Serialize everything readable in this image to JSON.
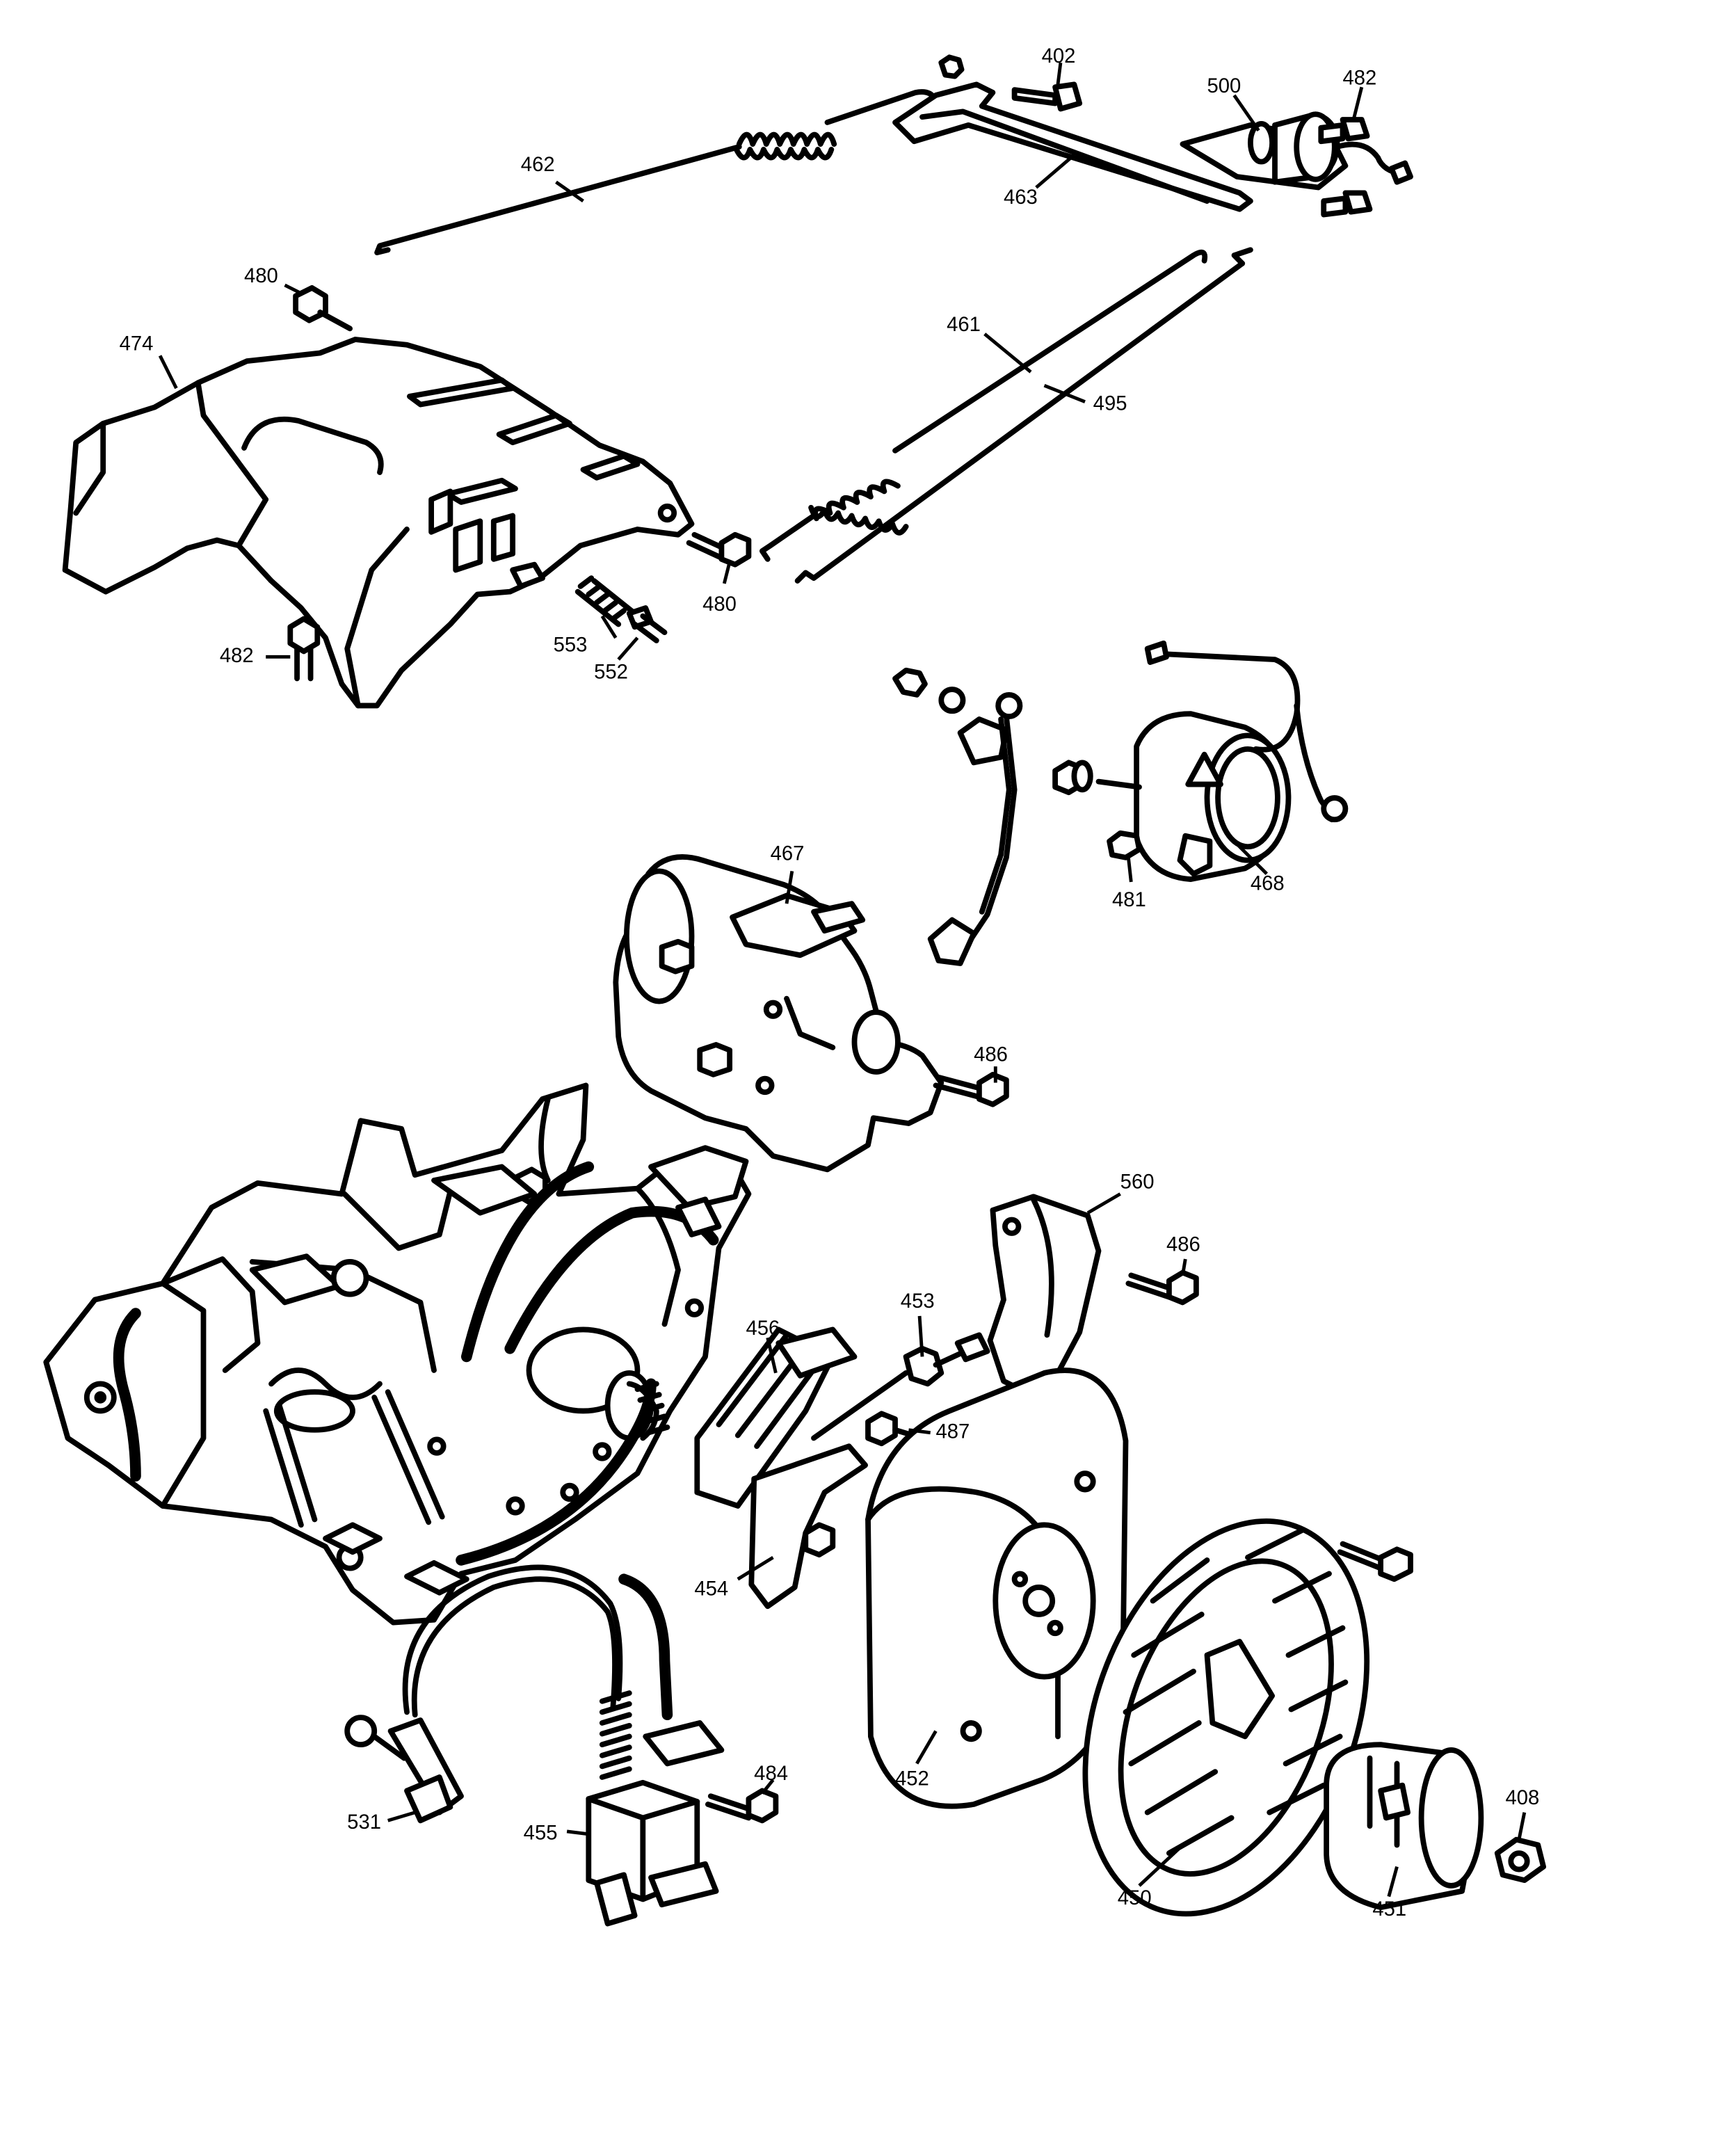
{
  "diagram": {
    "callouts": [
      {
        "id": "c402",
        "label": "402"
      },
      {
        "id": "c500",
        "label": "500"
      },
      {
        "id": "c482a",
        "label": "482"
      },
      {
        "id": "c462",
        "label": "462"
      },
      {
        "id": "c463",
        "label": "463"
      },
      {
        "id": "c480a",
        "label": "480"
      },
      {
        "id": "c474",
        "label": "474"
      },
      {
        "id": "c461",
        "label": "461"
      },
      {
        "id": "c495",
        "label": "495"
      },
      {
        "id": "c480b",
        "label": "480"
      },
      {
        "id": "c553",
        "label": "553"
      },
      {
        "id": "c552",
        "label": "552"
      },
      {
        "id": "c482b",
        "label": "482"
      },
      {
        "id": "c467",
        "label": "467"
      },
      {
        "id": "c481",
        "label": "481"
      },
      {
        "id": "c468",
        "label": "468"
      },
      {
        "id": "c486a",
        "label": "486"
      },
      {
        "id": "c560",
        "label": "560"
      },
      {
        "id": "c486b",
        "label": "486"
      },
      {
        "id": "c453",
        "label": "453"
      },
      {
        "id": "c456",
        "label": "456"
      },
      {
        "id": "c487",
        "label": "487"
      },
      {
        "id": "c454",
        "label": "454"
      },
      {
        "id": "c452",
        "label": "452"
      },
      {
        "id": "c484",
        "label": "484"
      },
      {
        "id": "c531",
        "label": "531"
      },
      {
        "id": "c455",
        "label": "455"
      },
      {
        "id": "c450",
        "label": "450"
      },
      {
        "id": "c451",
        "label": "451"
      },
      {
        "id": "c408",
        "label": "408"
      }
    ]
  }
}
